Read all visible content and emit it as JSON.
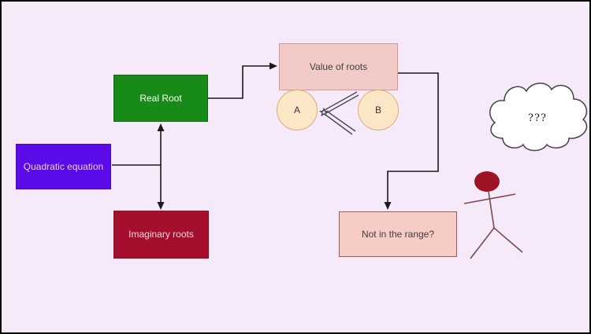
{
  "diagram": {
    "background": "#f5e9fa",
    "border_color": "#000000",
    "connector_color": "#1a1a1a",
    "nodes": {
      "quadratic": {
        "label": "Quadratic equation",
        "fill": "#5b0be8",
        "border": "#4a09c4",
        "text_color": "#eecdee"
      },
      "real_root": {
        "label": "Real Root",
        "fill": "#188a18",
        "border": "#0f6d0f",
        "text_color": "#ffffff"
      },
      "imaginary_roots": {
        "label": "Imaginary roots",
        "fill": "#a60e2d",
        "border": "#8c0b25",
        "text_color": "#f2d7dc"
      },
      "value_of_roots": {
        "label": "Value of roots",
        "fill": "#f2cbc7",
        "border": "#d49a96",
        "text_color": "#3f3f3f"
      },
      "not_in_range": {
        "label": "Not in the range?",
        "fill": "#f6ccc5",
        "border": "#9c5b5b",
        "text_color": "#3f3f3f"
      }
    },
    "circles": {
      "a": {
        "label": "A",
        "fill": "#fbe6c6",
        "border": "#d8ae74",
        "text_color": "#333333"
      },
      "b": {
        "label": "B",
        "fill": "#fbe6c6",
        "border": "#d8ae74",
        "text_color": "#333333"
      }
    },
    "cloud": {
      "label": "???",
      "fill": "#ffffff",
      "border": "#444444",
      "text_color": "#222222"
    },
    "figure": {
      "head_color": "#9e1226",
      "head_border": "#7f0e1d",
      "limb_color": "#7a4a52"
    },
    "angle_symbol": {
      "color": "#4a4a55"
    }
  }
}
